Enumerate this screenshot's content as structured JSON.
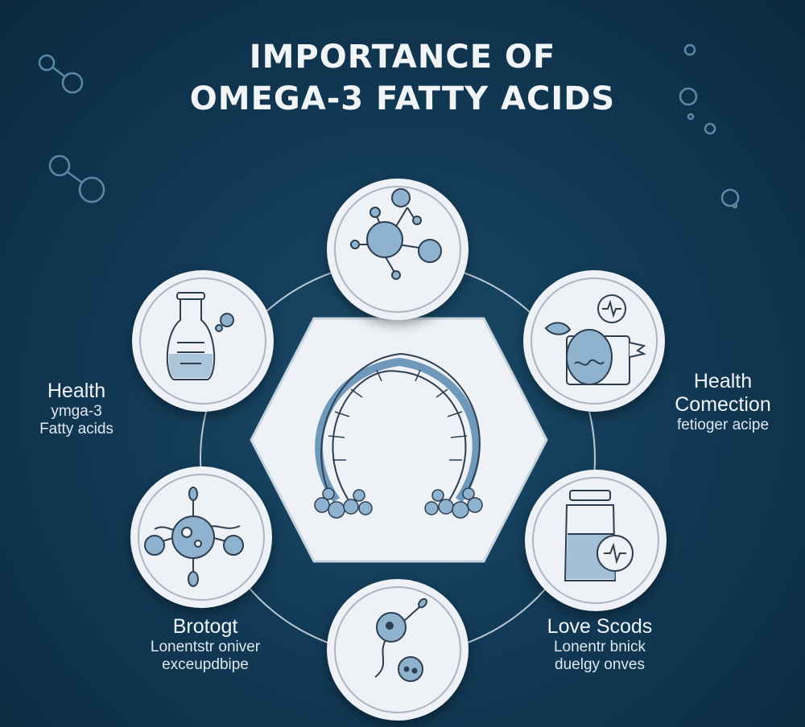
{
  "title": {
    "line1": "IMPORTANCE OF",
    "line2": "OMEGA-3 FATTY ACIDS"
  },
  "labels": {
    "left": {
      "head": "Health",
      "sub1": "ymga-3",
      "sub2": "Fatty acids"
    },
    "right": {
      "head1": "Health",
      "head2": "Comection",
      "sub1": "fetioger acipe"
    },
    "bottom_left": {
      "head": "Brotogt",
      "sub1": "Lonentstr oniver",
      "sub2": "exceupdbipe"
    },
    "bottom_right": {
      "head": "Love Scods",
      "sub1": "Lonentr bnick",
      "sub2": "duelgy onves"
    }
  },
  "icons": {
    "center": "dna-omega-icon",
    "top": "molecule-icon",
    "upper_left": "flask-icon",
    "upper_right": "egg-heartbeat-icon",
    "lower_left": "cell-icon",
    "lower_right": "jar-heartbeat-icon",
    "bottom": "sperm-cell-icon"
  },
  "colors": {
    "background": "#123a56",
    "node_fill": "#eef2f6",
    "icon_stroke": "#2c3e50",
    "icon_fill": "#8fb3cf",
    "ring": "#d8e2ea"
  }
}
